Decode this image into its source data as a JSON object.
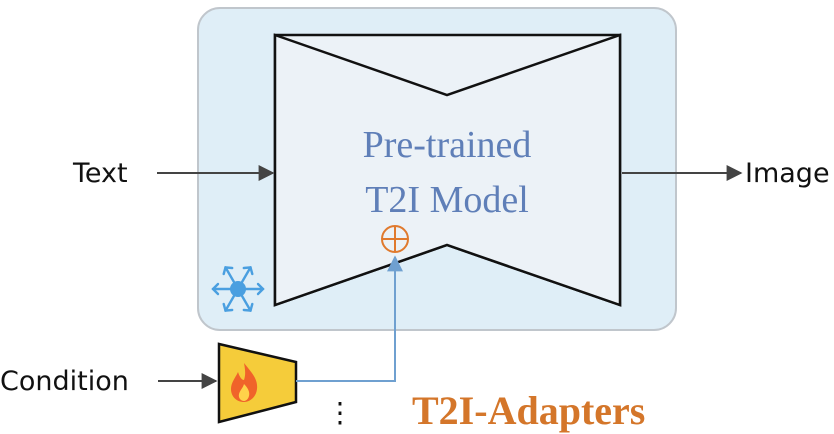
{
  "inputs": {
    "text": "Text",
    "condition": "Condition"
  },
  "output": {
    "image": "Image"
  },
  "model": {
    "line1": "Pre-trained",
    "line2": "T2I Model",
    "add_symbol": "⊕",
    "frozen_icon": "snowflake-icon"
  },
  "adapter": {
    "title": "T2I-Adapters",
    "trainable_icon": "fire-icon",
    "more_indicator": "⋮"
  },
  "colors": {
    "model_panel_fill": "#dfeef7",
    "model_panel_border": "#c0c6cc",
    "model_shape_fill": "#ecf2f7",
    "model_text": "#5f7fb8",
    "add_symbol": "#e07a2e",
    "connector": "#6fa0d0",
    "adapter_fill": "#f5cc3a",
    "adapter_title": "#d4762a",
    "snowflake": "#4a9fe0",
    "flame": "#f0632a"
  }
}
